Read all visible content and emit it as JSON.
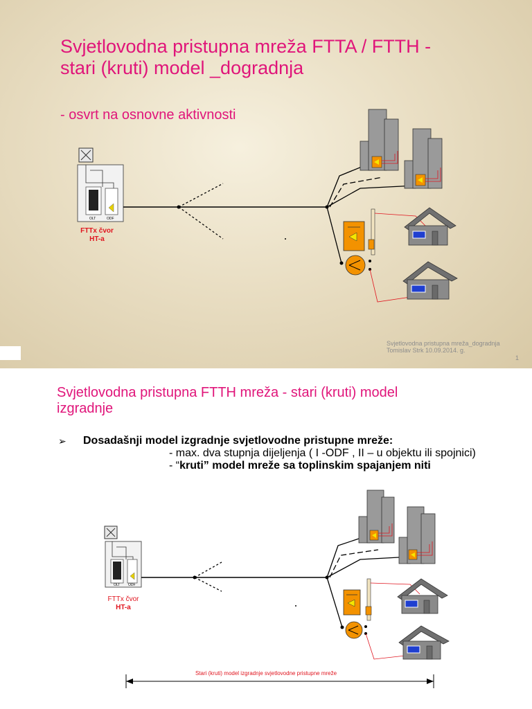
{
  "slide1": {
    "title_line1": "Svjetlovodna pristupna mreža FTTA / FTTH -",
    "title_line2": "stari (kruti) model _dogradnja",
    "subtitle": "- osvrt na osnovne aktivnosti",
    "node_label_line1": "FTTx čvor",
    "node_label_line2": "HT-a",
    "olt_label": "OLT",
    "odf_label": "ODF",
    "footer_line1": "Svjetlovodna pristupna mreža_dogradnja",
    "footer_line2": "Tomislav Strk  10.09.2014. g.",
    "page_number": "1"
  },
  "slide2": {
    "title_line1": "Svjetlovodna pristupna FTTH mreža - stari (kruti) model",
    "title_line2": "izgradnje",
    "bullet_marker": "➢",
    "bullet_main": "Dosadašnji model izgradnje svjetlovodne pristupne mreže:",
    "sub1": "- max. dva stupnja dijeljenja ( I -ODF , II – u objektu ili spojnici)",
    "sub2_prefix": "- “",
    "sub2_bold": "kruti” model mreže sa toplinskim spajanjem niti",
    "node_label_line1": "FTTx čvor",
    "node_label_line2": "HT-a",
    "olt_label": "OLT",
    "odf_label": "ODF",
    "caption": "Stari (kruti) model izgradnje svjetlovodne pristupne mreže"
  },
  "colors": {
    "title_pink": "#e0157a",
    "node_red": "#e0141e",
    "splitter_orange": "#f39200",
    "house_gray": "#808080",
    "building_gray": "#9a9a9a"
  }
}
